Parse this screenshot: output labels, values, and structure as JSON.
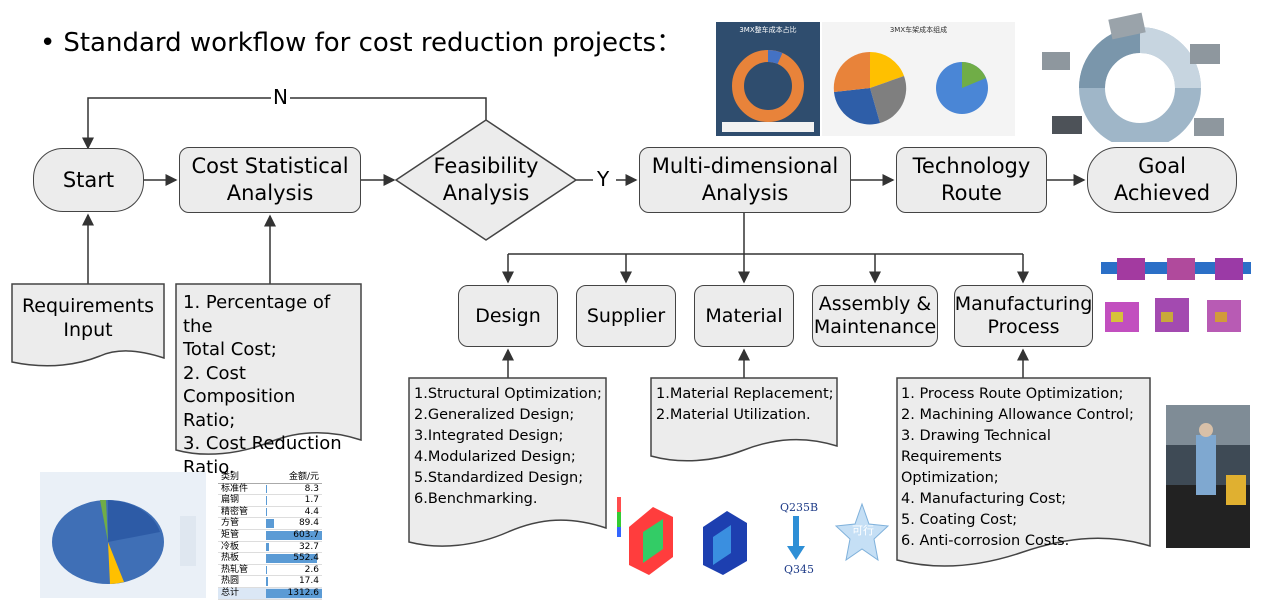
{
  "title": "Standard workflow for cost reduction projects：",
  "bullet": "•",
  "nodes": {
    "start": "Start",
    "cost_analysis": "Cost Statistical\nAnalysis",
    "feasibility": "Feasibility\nAnalysis",
    "multi": "Multi-dimensional\nAnalysis",
    "tech_route": "Technology\nRoute",
    "goal": "Goal\nAchieved",
    "requirements": "Requirements\nInput",
    "design": "Design",
    "supplier": "Supplier",
    "material": "Material",
    "assembly": "Assembly &\nMaintenance",
    "manufacturing": "Manufacturing\nProcess"
  },
  "edge_labels": {
    "no": "N",
    "yes": "Y"
  },
  "docs": {
    "cost_list": "1. Percentage of the\n    Total Cost;\n2. Cost Composition\n    Ratio;\n3. Cost Reduction\n    Ratio.",
    "design_list": "1.Structural Optimization;\n2.Generalized Design;\n3.Integrated Design;\n4.Modularized Design;\n5.Standardized Design;\n6.Benchmarking.",
    "material_list": "1.Material Replacement;\n2.Material Utilization.",
    "manufacturing_list": "1. Process Route Optimization;\n2. Machining Allowance Control;\n3. Drawing Technical Requirements\nOptimization;\n4. Manufacturing Cost;\n5. Coating Cost;\n6. Anti-corrosion Costs."
  },
  "material_change": {
    "from": "Q235B",
    "to": "Q345"
  },
  "star_label": "可行",
  "thumbnails": {
    "vehicle_cost_title": "3MX整车成本占比",
    "frame_cost_title": "3MX车架成本组成"
  },
  "cost_table": {
    "headers": [
      "类别",
      "金额/元"
    ],
    "rows": [
      {
        "name": "标准件",
        "value": 8.3
      },
      {
        "name": "扁钢",
        "value": 1.7
      },
      {
        "name": "精密管",
        "value": 4.4
      },
      {
        "name": "方管",
        "value": 89.4
      },
      {
        "name": "矩管",
        "value": 603.7
      },
      {
        "name": "冷板",
        "value": 32.7
      },
      {
        "name": "热板",
        "value": 552.4
      },
      {
        "name": "热轧管",
        "value": 2.6
      },
      {
        "name": "热圆",
        "value": 17.4
      }
    ],
    "total_label": "总计",
    "total_value": 1312.6
  },
  "colors": {
    "box_fill": "#ececec",
    "box_stroke": "#444444",
    "line": "#333333",
    "table_bar": "#5b9bd5"
  }
}
